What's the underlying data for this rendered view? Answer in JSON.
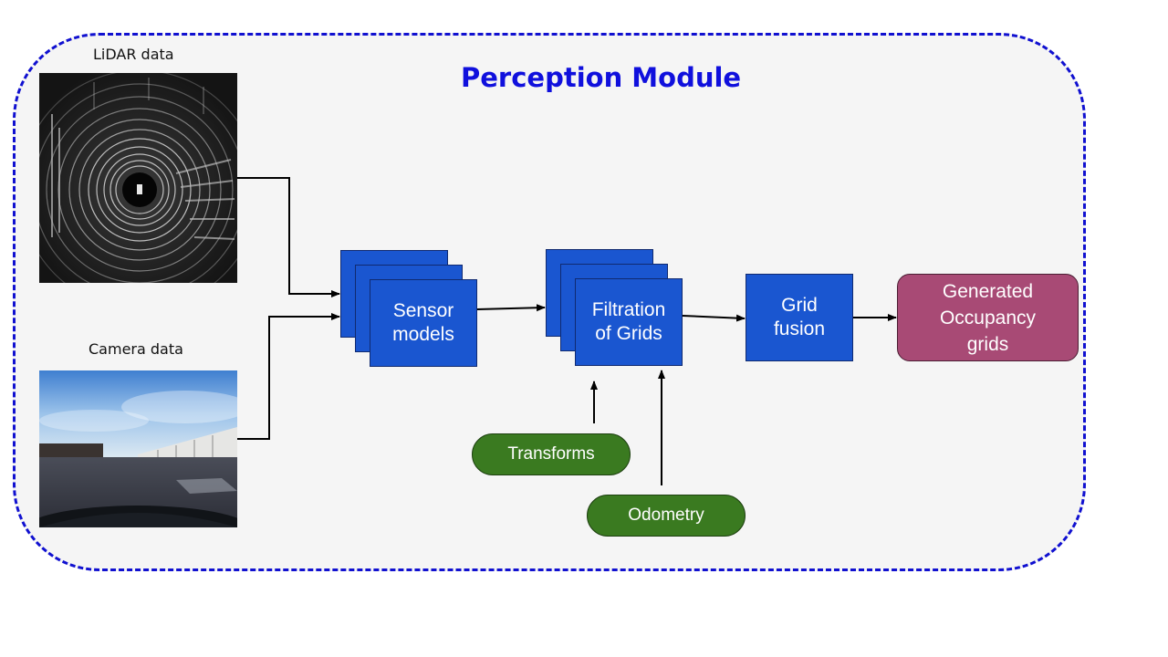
{
  "title": "Perception Module",
  "inputs": {
    "lidar_caption": "LiDAR data",
    "camera_caption": "Camera data"
  },
  "blocks": {
    "sensor_models": "Sensor\nmodels",
    "filtration": "Filtration\nof Grids",
    "grid_fusion": "Grid\nfusion",
    "output": "Generated\nOccupancy\ngrids"
  },
  "aux_inputs": {
    "transforms": "Transforms",
    "odometry": "Odometry"
  },
  "colors": {
    "module_border": "#1010d0",
    "title": "#1010dd",
    "process_block": "#1a56d0",
    "output_block": "#a84a75",
    "aux_pill": "#3a7a20"
  }
}
